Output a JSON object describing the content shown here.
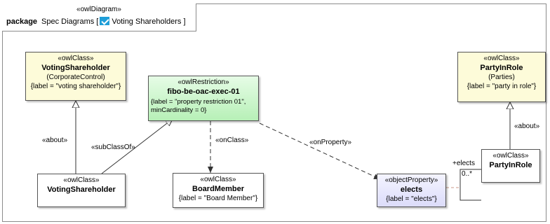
{
  "diagram_header": {
    "stereotype": "«owlDiagram»",
    "keyword": "package",
    "path": "Spec Diagrams [",
    "diagram_name": "Voting Shareholders",
    "close": "]"
  },
  "nodes": {
    "voting_shareholder_top": {
      "stereotype": "«owlClass»",
      "name": "VotingShareholder",
      "ontology": "(CorporateControl)",
      "label": "{label = \"voting shareholder\"}"
    },
    "restriction": {
      "stereotype": "«owlRestriction»",
      "name": "fibo-be-oac-exec-01",
      "label_line1": "{label = \"property restriction 01\",",
      "label_line2": "minCardinality = 0}"
    },
    "party_in_role_top": {
      "stereotype": "«owlClass»",
      "name": "PartyInRole",
      "ontology": "(Parties)",
      "label": "{label = \"party in role\"}"
    },
    "voting_shareholder_bottom": {
      "stereotype": "«owlClass»",
      "name": "VotingShareholder"
    },
    "board_member": {
      "stereotype": "«owlClass»",
      "name": "BoardMember",
      "label": "{label = \"Board Member\"}"
    },
    "elects": {
      "stereotype": "«objectProperty»",
      "name": "elects",
      "label": "{label = \"elects\"}"
    },
    "party_in_role_bottom": {
      "stereotype": "«owlClass»",
      "name": "PartyInRole"
    }
  },
  "edge_labels": {
    "about_left": "«about»",
    "subclassof": "«subClassOf»",
    "onclass": "«onClass»",
    "onproperty": "«onProperty»",
    "about_right": "«about»",
    "elects_role": "+elects",
    "multiplicity": "0..*"
  },
  "colors": {
    "class_fill": "#fdfbd9",
    "restriction_fill": "#c8f5c8",
    "property_fill": "#e6e6fc",
    "line": "#333333",
    "dependency_line": "#c89a8a"
  }
}
